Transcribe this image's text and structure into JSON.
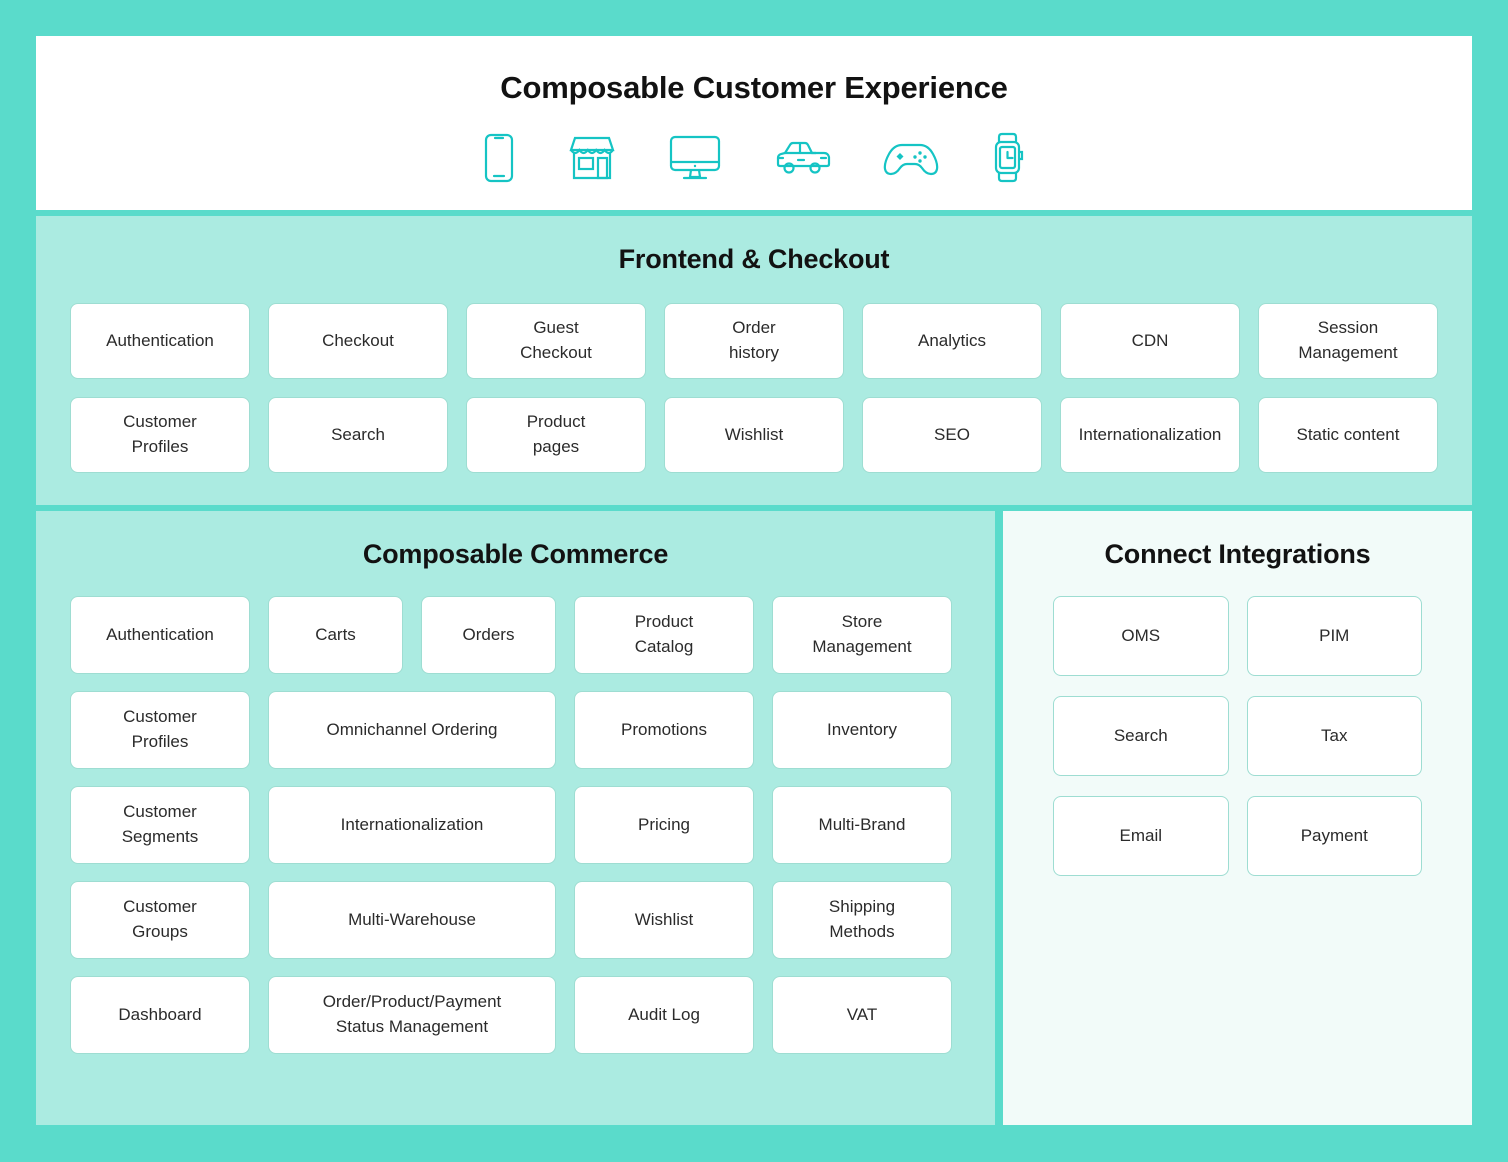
{
  "header": {
    "title": "Composable Customer Experience",
    "icons": [
      "mobile-phone-icon",
      "storefront-icon",
      "desktop-monitor-icon",
      "car-icon",
      "gamepad-icon",
      "smartwatch-icon"
    ]
  },
  "frontend": {
    "title": "Frontend & Checkout",
    "cards": [
      "Authentication",
      "Checkout",
      "Guest\nCheckout",
      "Order\nhistory",
      "Analytics",
      "CDN",
      "Session\nManagement",
      "Customer\nProfiles",
      "Search",
      "Product\npages",
      "Wishlist",
      "SEO",
      "Internationalization",
      "Static content"
    ]
  },
  "commerce": {
    "title": "Composable Commerce",
    "cards": [
      {
        "label": "Authentication",
        "wide": false
      },
      {
        "label": "Carts",
        "wide": false
      },
      {
        "label": "Orders",
        "wide": false
      },
      {
        "label": "Product\nCatalog",
        "wide": false
      },
      {
        "label": "Store\nManagement",
        "wide": false
      },
      {
        "label": "Customer\nProfiles",
        "wide": false
      },
      {
        "label": "Omnichannel Ordering",
        "wide": true
      },
      {
        "label": "Promotions",
        "wide": false
      },
      {
        "label": "Inventory",
        "wide": false
      },
      {
        "label": "Customer\nSegments",
        "wide": false
      },
      {
        "label": "Internationalization",
        "wide": true
      },
      {
        "label": "Pricing",
        "wide": false
      },
      {
        "label": "Multi-Brand",
        "wide": false
      },
      {
        "label": "Customer\nGroups",
        "wide": false
      },
      {
        "label": "Multi-Warehouse",
        "wide": true
      },
      {
        "label": "Wishlist",
        "wide": false
      },
      {
        "label": "Shipping\nMethods",
        "wide": false
      },
      {
        "label": "Dashboard",
        "wide": false
      },
      {
        "label": "Order/Product/Payment\nStatus Management",
        "wide": true
      },
      {
        "label": "Audit Log",
        "wide": false
      },
      {
        "label": "VAT",
        "wide": false
      }
    ]
  },
  "connect": {
    "title": "Connect Integrations",
    "cards": [
      "OMS",
      "PIM",
      "Search",
      "Tax",
      "Email",
      "Payment"
    ]
  },
  "colors": {
    "page_background": "#5ADBCB",
    "panel_mint": "#ABEBE1",
    "panel_pale": "#F2FBF9",
    "card_background": "#FFFFFF",
    "card_border": "#9EDDD2",
    "icon_teal": "#15C4C4",
    "heading_text": "#121212",
    "card_text": "#2B2B2B"
  }
}
